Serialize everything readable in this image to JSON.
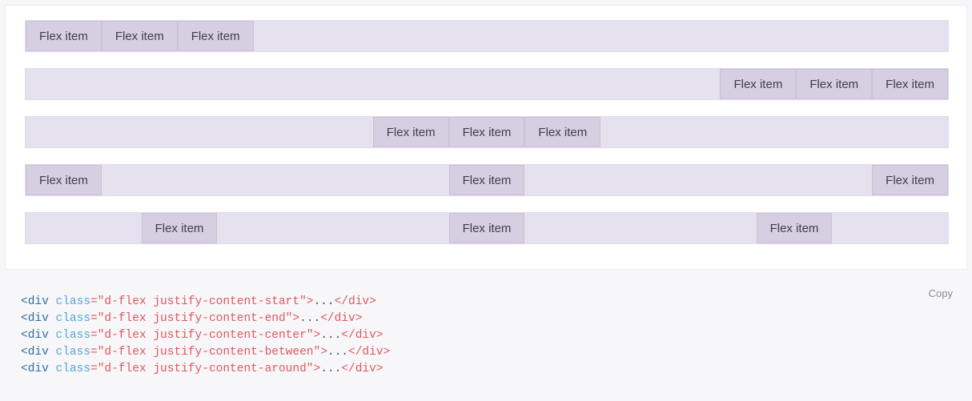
{
  "example": {
    "rows": [
      {
        "justify": "start",
        "name": "justify-content-start",
        "items": [
          "Flex item",
          "Flex item",
          "Flex item"
        ]
      },
      {
        "justify": "end",
        "name": "justify-content-end",
        "items": [
          "Flex item",
          "Flex item",
          "Flex item"
        ]
      },
      {
        "justify": "center",
        "name": "justify-content-center",
        "items": [
          "Flex item",
          "Flex item",
          "Flex item"
        ]
      },
      {
        "justify": "between",
        "name": "justify-content-between",
        "items": [
          "Flex item",
          "Flex item",
          "Flex item"
        ]
      },
      {
        "justify": "around",
        "name": "justify-content-around",
        "items": [
          "Flex item",
          "Flex item",
          "Flex item"
        ]
      }
    ]
  },
  "code": {
    "copy_label": "Copy",
    "lines": [
      {
        "open": "<div",
        "attr": " class",
        "eq": "=",
        "value": "\"d-flex justify-content-start\"",
        "gt": ">",
        "dots": "...",
        "close": "</div>"
      },
      {
        "open": "<div",
        "attr": " class",
        "eq": "=",
        "value": "\"d-flex justify-content-end\"",
        "gt": ">",
        "dots": "...",
        "close": "</div>"
      },
      {
        "open": "<div",
        "attr": " class",
        "eq": "=",
        "value": "\"d-flex justify-content-center\"",
        "gt": ">",
        "dots": "...",
        "close": "</div>"
      },
      {
        "open": "<div",
        "attr": " class",
        "eq": "=",
        "value": "\"d-flex justify-content-between\"",
        "gt": ">",
        "dots": "...",
        "close": "</div>"
      },
      {
        "open": "<div",
        "attr": " class",
        "eq": "=",
        "value": "\"d-flex justify-content-around\"",
        "gt": ">",
        "dots": "...",
        "close": "</div>"
      }
    ]
  },
  "colors": {
    "page_bg": "#f7f7f9",
    "card_bg": "#ffffff",
    "container_bg": "#e5e1ee",
    "item_bg": "#d5cfe1",
    "item_border": "#c9c2d8",
    "code_bg": "#f7f7f9",
    "tag": "#2e6da4",
    "attr": "#56a6d8",
    "value": "#e0575f"
  }
}
